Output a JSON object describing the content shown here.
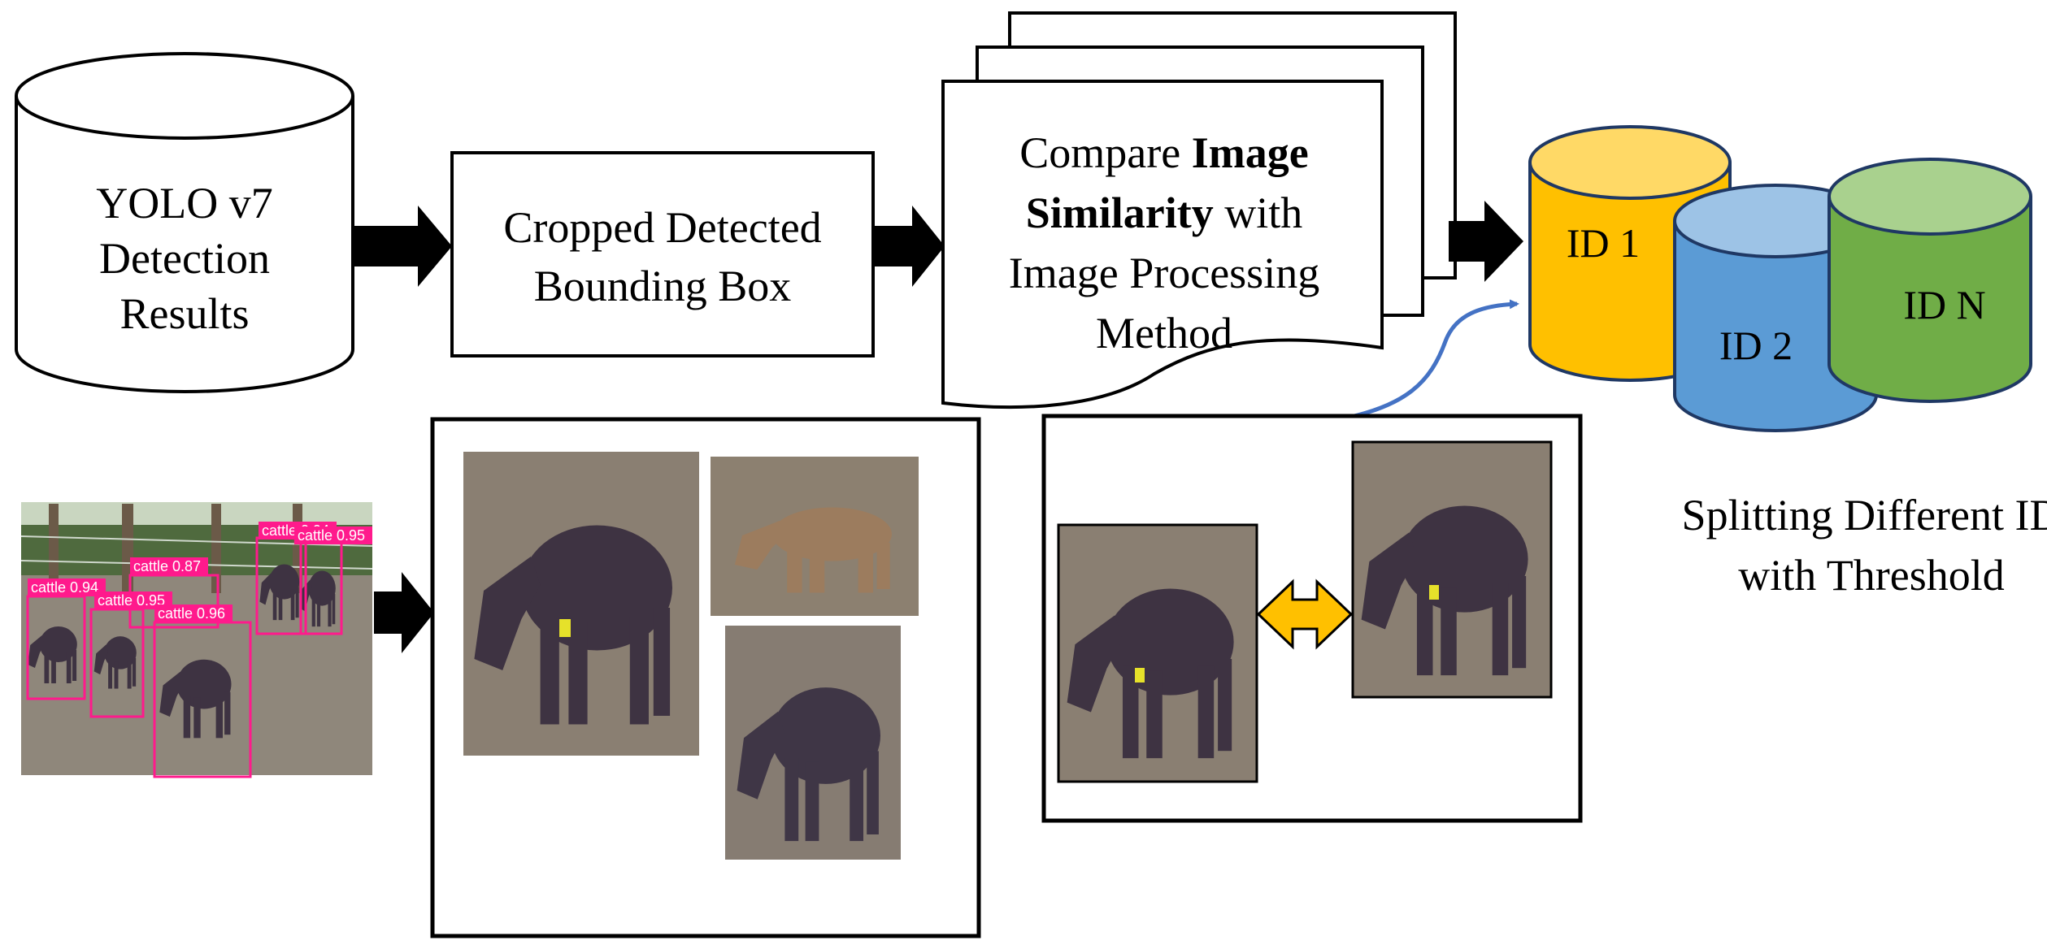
{
  "nodes": {
    "yolo": {
      "lines": [
        "YOLO v7",
        "Detection",
        "Results"
      ]
    },
    "crop": {
      "lines": [
        "Cropped Detected",
        "Bounding Box"
      ]
    },
    "compare": {
      "line1_plain": "Compare ",
      "line1_bold": "Image",
      "line2_bold": "Similarity",
      "line2_plain": " with",
      "line3": "Image Processing",
      "line4": "Method"
    },
    "ids": [
      {
        "label": "ID 1",
        "color": "#FFC000"
      },
      {
        "label": "ID 2",
        "color": "#5B9BD5"
      },
      {
        "label": "ID N",
        "color": "#70AD47"
      }
    ],
    "split_caption": [
      "Splitting Different ID",
      "with Threshold"
    ]
  },
  "detections": [
    {
      "label": "cattle 0.94"
    },
    {
      "label": "cattle 0.95"
    },
    {
      "label": "cattle 0.87"
    },
    {
      "label": "cattle 0.96"
    },
    {
      "label": "cattle 0.94"
    },
    {
      "label": "cattle 0.95"
    }
  ],
  "colors": {
    "stroke": "#000000",
    "double_arrow": "#FFC000",
    "curve_arrow": "#4472C4",
    "detection_box": "#FF1A8C",
    "ground": "#8a7f72",
    "cow": "#3e3342"
  }
}
